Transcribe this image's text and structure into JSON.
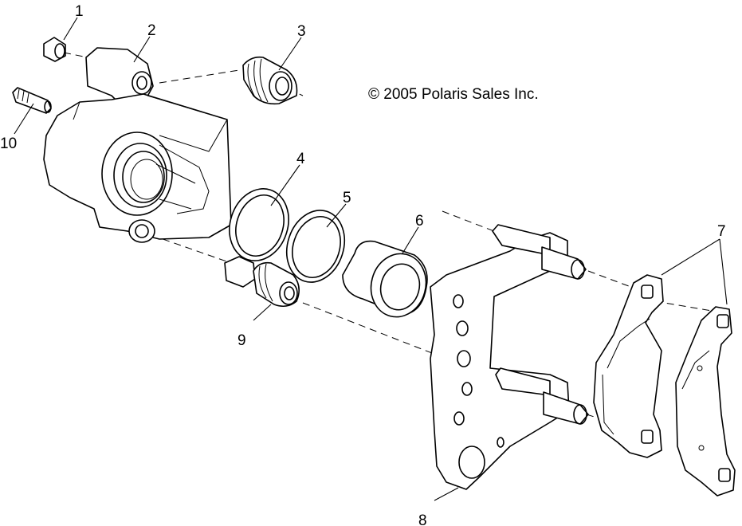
{
  "copyright": "© 2005 Polaris Sales Inc.",
  "callouts": [
    "1",
    "2",
    "3",
    "4",
    "5",
    "6",
    "7",
    "8",
    "9",
    "10"
  ]
}
